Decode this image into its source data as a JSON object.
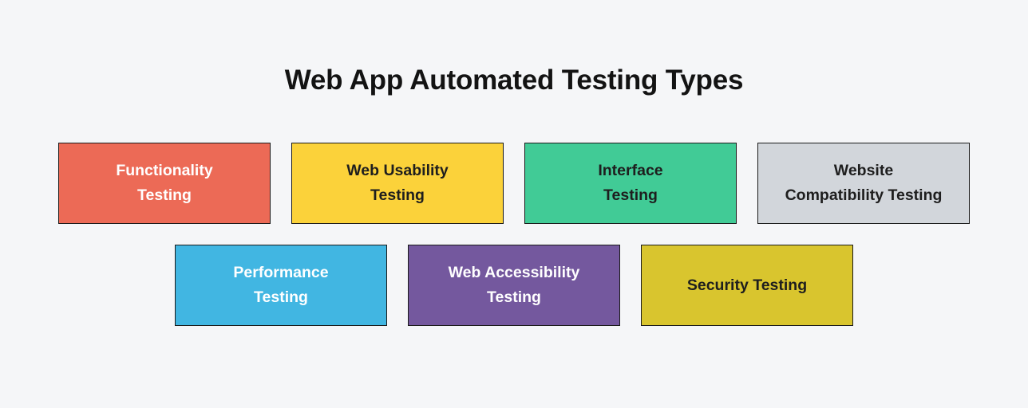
{
  "title": "Web App Automated Testing Types",
  "page": {
    "background_color": "#F5F6F8",
    "box_border_color": "#1A1A1A",
    "title_color": "#131313"
  },
  "rows": [
    {
      "boxes": [
        {
          "label": "Functionality Testing",
          "lines": [
            "Functionality",
            "Testing"
          ],
          "bg": "#EC6A56",
          "fg": "#FFFFFF"
        },
        {
          "label": "Web Usability Testing",
          "lines": [
            "Web Usability",
            "Testing"
          ],
          "bg": "#FBD23A",
          "fg": "#1E1E1E"
        },
        {
          "label": "Interface Testing",
          "lines": [
            "Interface",
            "Testing"
          ],
          "bg": "#41CB96",
          "fg": "#1E1E1E"
        },
        {
          "label": "Website Compatibility Testing",
          "lines": [
            "Website",
            "Compatibility Testing"
          ],
          "bg": "#D2D6DB",
          "fg": "#1E1E1E"
        }
      ]
    },
    {
      "boxes": [
        {
          "label": "Performance Testing",
          "lines": [
            "Performance",
            "Testing"
          ],
          "bg": "#41B6E2",
          "fg": "#FFFFFF"
        },
        {
          "label": "Web Accessibility Testing",
          "lines": [
            "Web Accessibility",
            "Testing"
          ],
          "bg": "#74589E",
          "fg": "#FFFFFF"
        },
        {
          "label": "Security Testing",
          "lines": [
            "Security Testing"
          ],
          "bg": "#D9C52E",
          "fg": "#1E1E1E"
        }
      ]
    }
  ]
}
